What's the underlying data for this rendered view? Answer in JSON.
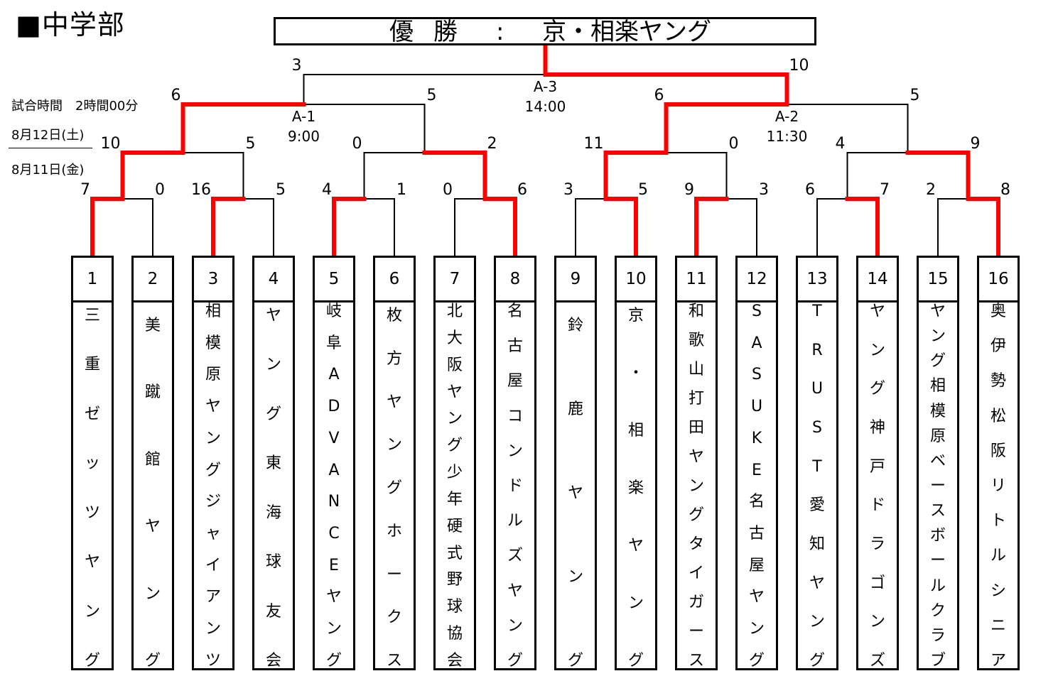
{
  "header": {
    "section": "■中学部",
    "champion_label": "優勝",
    "champion_colon": ":",
    "champion_team": "京・相楽ヤング"
  },
  "info": {
    "match_time": "試合時間　2時間00分",
    "day2": "8月12日(土)",
    "day1": "8月11日(金)"
  },
  "colors": {
    "winner_line": "#ff0000",
    "line": "#000000"
  },
  "teams": [
    {
      "no": "1",
      "name": "三重ゼッツヤング"
    },
    {
      "no": "2",
      "name": "美蹴館ヤング"
    },
    {
      "no": "3",
      "name": "相模原ヤングジャイアンツ"
    },
    {
      "no": "4",
      "name": "ヤング東海球友会"
    },
    {
      "no": "5",
      "name": "岐阜ADVANCEヤング"
    },
    {
      "no": "6",
      "name": "枚方ヤングホークス"
    },
    {
      "no": "7",
      "name": "北大阪ヤング少年硬式野球協会"
    },
    {
      "no": "8",
      "name": "名古屋コンドルズヤング"
    },
    {
      "no": "9",
      "name": "鈴鹿ヤング"
    },
    {
      "no": "10",
      "name": "京・相楽ヤング"
    },
    {
      "no": "11",
      "name": "和歌山打田ヤングタイガース"
    },
    {
      "no": "12",
      "name": "SASUKE名古屋ヤング"
    },
    {
      "no": "13",
      "name": "TRUST愛知ヤング"
    },
    {
      "no": "14",
      "name": "ヤング神戸ドラゴンズ"
    },
    {
      "no": "15",
      "name": "ヤング相模原ベースボールクラブ"
    },
    {
      "no": "16",
      "name": "奥伊勢松阪リトルシニア"
    }
  ],
  "matches": [
    {
      "id": "r1-1",
      "round": 1,
      "a": 0,
      "b": 1,
      "score_a": "7",
      "score_b": "0",
      "winner": "a"
    },
    {
      "id": "r1-2",
      "round": 1,
      "a": 2,
      "b": 3,
      "score_a": "16",
      "score_b": "5",
      "winner": "a"
    },
    {
      "id": "r1-3",
      "round": 1,
      "a": 4,
      "b": 5,
      "score_a": "4",
      "score_b": "1",
      "winner": "a"
    },
    {
      "id": "r1-4",
      "round": 1,
      "a": 6,
      "b": 7,
      "score_a": "0",
      "score_b": "6",
      "winner": "b"
    },
    {
      "id": "r1-5",
      "round": 1,
      "a": 8,
      "b": 9,
      "score_a": "3",
      "score_b": "5",
      "winner": "b"
    },
    {
      "id": "r1-6",
      "round": 1,
      "a": 10,
      "b": 11,
      "score_a": "9",
      "score_b": "3",
      "winner": "a"
    },
    {
      "id": "r1-7",
      "round": 1,
      "a": 12,
      "b": 13,
      "score_a": "6",
      "score_b": "7",
      "winner": "b"
    },
    {
      "id": "r1-8",
      "round": 1,
      "a": 14,
      "b": 15,
      "score_a": "2",
      "score_b": "8",
      "winner": "b"
    },
    {
      "id": "r2-1",
      "round": 2,
      "a": "r1-1",
      "b": "r1-2",
      "score_a": "10",
      "score_b": "5",
      "winner": "a"
    },
    {
      "id": "r2-2",
      "round": 2,
      "a": "r1-3",
      "b": "r1-4",
      "score_a": "0",
      "score_b": "2",
      "winner": "b"
    },
    {
      "id": "r2-3",
      "round": 2,
      "a": "r1-5",
      "b": "r1-6",
      "score_a": "11",
      "score_b": "0",
      "winner": "a"
    },
    {
      "id": "r2-4",
      "round": 2,
      "a": "r1-7",
      "b": "r1-8",
      "score_a": "4",
      "score_b": "9",
      "winner": "b"
    },
    {
      "id": "r3-1",
      "round": 3,
      "a": "r2-1",
      "b": "r2-2",
      "score_a": "6",
      "score_b": "5",
      "winner": "a",
      "label": "A-1",
      "time": "9:00"
    },
    {
      "id": "r3-2",
      "round": 3,
      "a": "r2-3",
      "b": "r2-4",
      "score_a": "6",
      "score_b": "5",
      "winner": "a",
      "label": "A-2",
      "time": "11:30"
    },
    {
      "id": "r4-1",
      "round": 4,
      "a": "r3-1",
      "b": "r3-2",
      "score_a": "3",
      "score_b": "10",
      "winner": "b",
      "label": "A-3",
      "time": "14:00"
    }
  ]
}
